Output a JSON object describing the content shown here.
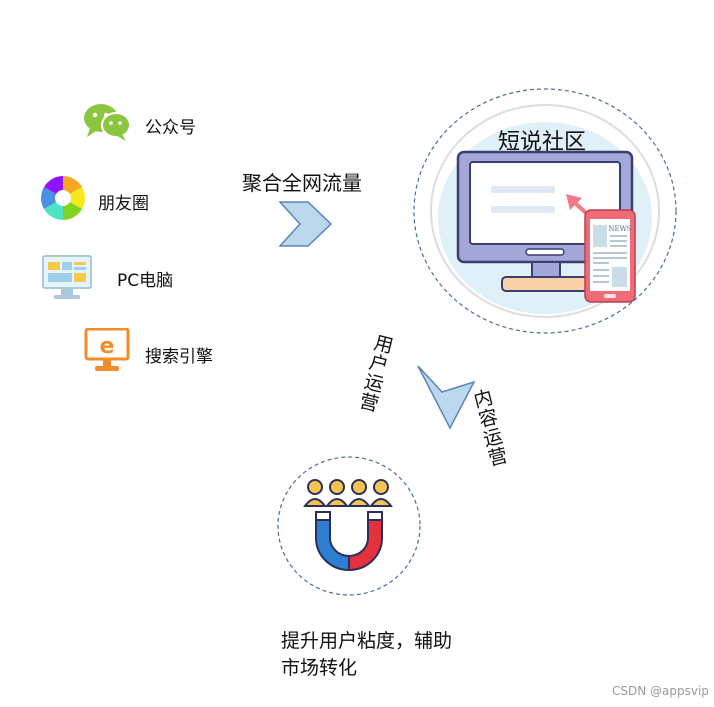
{
  "sources": [
    {
      "icon": "wechat-icon",
      "label": "公众号"
    },
    {
      "icon": "photos-icon",
      "label": "朋友圈"
    },
    {
      "icon": "pc-icon",
      "label": "PC电脑"
    },
    {
      "icon": "search-engine-icon",
      "label": "搜索引擎"
    }
  ],
  "aggregate_label": "聚合全网流量",
  "community": {
    "title": "短说社区",
    "news_text": "NEWS"
  },
  "operations": {
    "user_ops": "用户运营",
    "content_ops": "内容运营"
  },
  "result_text_line1": "提升用户粘度，辅助",
  "result_text_line2": "市场转化",
  "watermark": "CSDN @appsvip",
  "colors": {
    "blue_arrow": "#bcd8ef",
    "monitor_frame": "#a3a8d8",
    "phone_red": "#f06b78",
    "magnet_blue": "#2f7fd0",
    "magnet_red": "#e3323c"
  }
}
